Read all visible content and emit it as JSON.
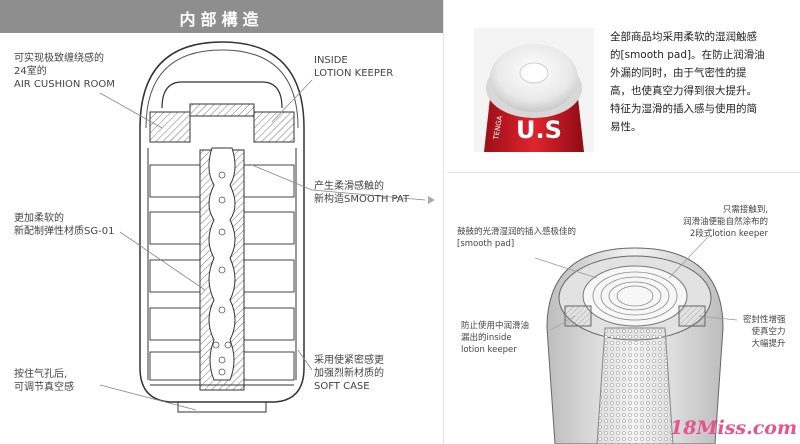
{
  "header": {
    "title": "内部構造"
  },
  "left_labels": {
    "air_cushion": [
      "可实现极致缠绕感的",
      "24室的",
      "AIR CUSHION ROOM"
    ],
    "inside_keeper": [
      "INSIDE",
      "LOTION KEEPER"
    ],
    "smooth_pat": [
      "产生柔滑感触的",
      "新构造SMOOTH PAT"
    ],
    "sg01": [
      "更加柔软的",
      "新配制弹性材质SG-01"
    ],
    "air_hole": [
      "按住气孔后,",
      "可调节真空感"
    ],
    "soft_case": [
      "采用使紧密感更",
      "加强烈新材质的",
      "SOFT CASE"
    ]
  },
  "photo": {
    "print": "U.S",
    "side_print": "TENGA"
  },
  "photo_text": [
    "全部商品均采用柔软的湿润触感",
    "的[smooth pad]。在防止润滑油",
    "外漏的同时，由于气密性的提",
    "高，也使真空力得到很大提升。",
    "特征为湿滑的插入感与使用的简",
    "易性。"
  ],
  "small_labels": {
    "smooth_pad": [
      "鼓鼓的光滑湿润的插入感极佳的",
      "[smooth pad]"
    ],
    "two_stage": [
      "只需接触到,",
      "润滑油便能自然涂布的",
      "2段式lotion keeper"
    ],
    "prevent_leak": [
      "防止使用中润滑油",
      "漏出的inside",
      "lotion keeper"
    ],
    "seal": [
      "密封性增强",
      "使真空力",
      "大幅提升"
    ]
  },
  "watermark": {
    "prefix": "18",
    "brand": "Miss",
    "suffix": ".com"
  }
}
